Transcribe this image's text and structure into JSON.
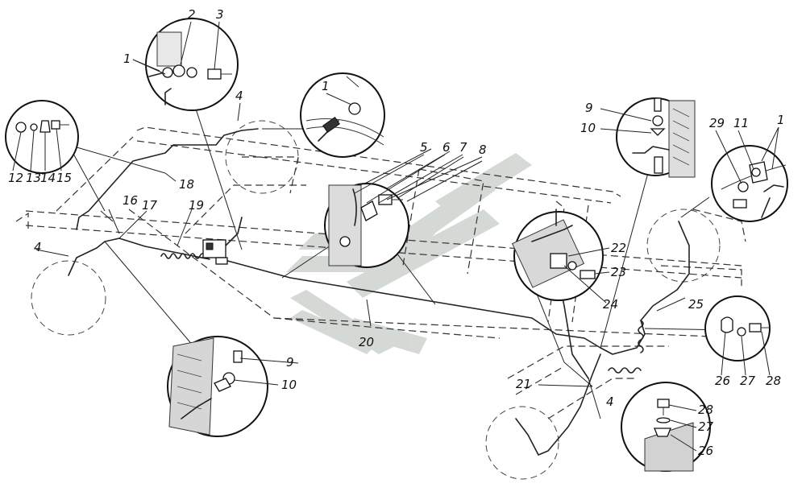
{
  "diagram": {
    "callouts": [
      {
        "id": "c1",
        "text": "1"
      },
      {
        "id": "c2",
        "text": "2"
      },
      {
        "id": "c3",
        "text": "3"
      },
      {
        "id": "c4a",
        "text": "4"
      },
      {
        "id": "c1b",
        "text": "1"
      },
      {
        "id": "c12",
        "text": "12"
      },
      {
        "id": "c13",
        "text": "13"
      },
      {
        "id": "c14",
        "text": "14"
      },
      {
        "id": "c15",
        "text": "15"
      },
      {
        "id": "c18",
        "text": "18"
      },
      {
        "id": "c16",
        "text": "16"
      },
      {
        "id": "c17",
        "text": "17"
      },
      {
        "id": "c19",
        "text": "19"
      },
      {
        "id": "c4b",
        "text": "4"
      },
      {
        "id": "c5",
        "text": "5"
      },
      {
        "id": "c6",
        "text": "6"
      },
      {
        "id": "c7",
        "text": "7"
      },
      {
        "id": "c8",
        "text": "8"
      },
      {
        "id": "c9a",
        "text": "9"
      },
      {
        "id": "c10a",
        "text": "10"
      },
      {
        "id": "c29",
        "text": "29"
      },
      {
        "id": "c11",
        "text": "11"
      },
      {
        "id": "c1c",
        "text": "1"
      },
      {
        "id": "c22",
        "text": "22"
      },
      {
        "id": "c23",
        "text": "23"
      },
      {
        "id": "c24",
        "text": "24"
      },
      {
        "id": "c25",
        "text": "25"
      },
      {
        "id": "c20",
        "text": "20"
      },
      {
        "id": "c21",
        "text": "21"
      },
      {
        "id": "c4c",
        "text": "4"
      },
      {
        "id": "c26a",
        "text": "26"
      },
      {
        "id": "c27a",
        "text": "27"
      },
      {
        "id": "c28a",
        "text": "28"
      },
      {
        "id": "c9b",
        "text": "9"
      },
      {
        "id": "c10b",
        "text": "10"
      },
      {
        "id": "c28b",
        "text": "28"
      },
      {
        "id": "c27b",
        "text": "27"
      },
      {
        "id": "c26b",
        "text": "26"
      }
    ]
  }
}
